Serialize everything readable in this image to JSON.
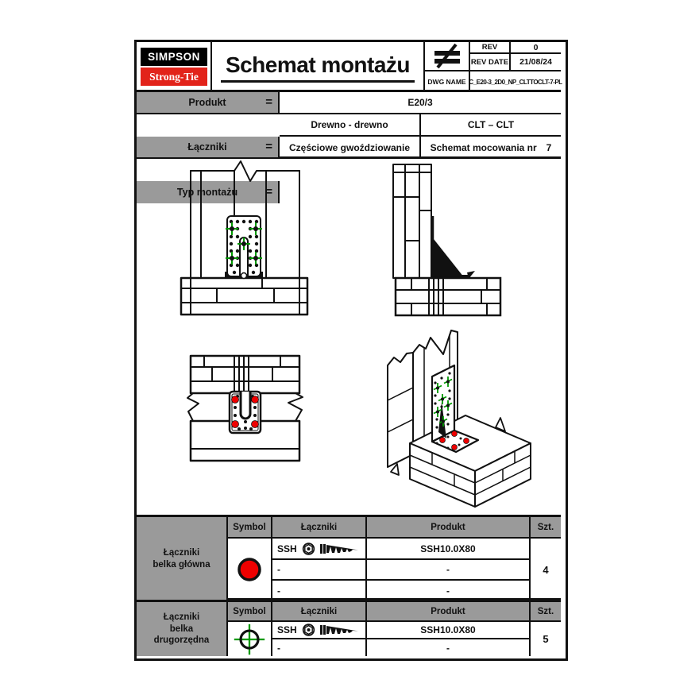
{
  "colors": {
    "header_gray": "#9a9a9a",
    "logo_red": "#e2231a",
    "symbol_red": "#ee0000",
    "marker_green": "#009900",
    "line_black": "#111111"
  },
  "header": {
    "logo_line1": "SIMPSON",
    "logo_line2": "Strong-Tie",
    "title": "Schemat montażu",
    "rev_label": "REV",
    "rev_value": "0",
    "rev_date_label": "REV DATE",
    "rev_date_value": "21/08/24",
    "dwg_label": "DWG NAME",
    "dwg_value": "C_E20-3_2D0_NP_CLTTOCLT-7-PL"
  },
  "info": {
    "eq": "=",
    "row1_label": "Produkt",
    "row1_value": "E20/3",
    "row2_label": "Łączniki",
    "row2_value1": "Drewno - drewno",
    "row2_value2": "CLT – CLT",
    "row3_label": "Typ montażu",
    "row3_value1": "Częściowe gwoździowanie",
    "row3_value2": "Schemat mocowania nr",
    "row3_value2_num": "7"
  },
  "fastener_headers": {
    "symbol": "Symbol",
    "laczniki": "Łączniki",
    "produkt": "Produkt",
    "szt": "Szt."
  },
  "table_main": {
    "group_line1": "Łączniki",
    "group_line2": "belka główna",
    "symbol": "red-filled-circle",
    "row1_code": "SSH",
    "row1_produkt": "SSH10.0X80",
    "row2_code": "-",
    "row2_produkt": "-",
    "row3_code": "-",
    "row3_produkt": "-",
    "qty": "4"
  },
  "table_secondary": {
    "group_line1": "Łączniki",
    "group_line2": "belka",
    "group_line3": "drugorzędna",
    "symbol": "green-crosshair-circle",
    "row1_code": "SSH",
    "row1_produkt": "SSH10.0X80",
    "row2_code": "-",
    "row2_produkt": "-",
    "qty": "5"
  }
}
